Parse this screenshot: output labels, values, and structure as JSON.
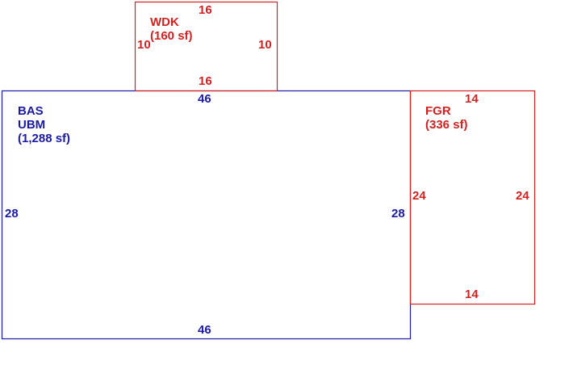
{
  "colors": {
    "main": "#1a1aa6",
    "addition": "#d42020"
  },
  "areas": {
    "bas": {
      "code": "BAS",
      "sub": "UBM",
      "area": "(1,288 sf)",
      "top": "46",
      "bottom": "46",
      "left": "28",
      "right": "28"
    },
    "wdk": {
      "code": "WDK",
      "area": "(160 sf)",
      "top": "16",
      "bottom": "16",
      "left": "10",
      "right": "10"
    },
    "fgr": {
      "code": "FGR",
      "area": "(336 sf)",
      "top": "14",
      "bottom": "14",
      "left": "24",
      "right": "24"
    }
  }
}
